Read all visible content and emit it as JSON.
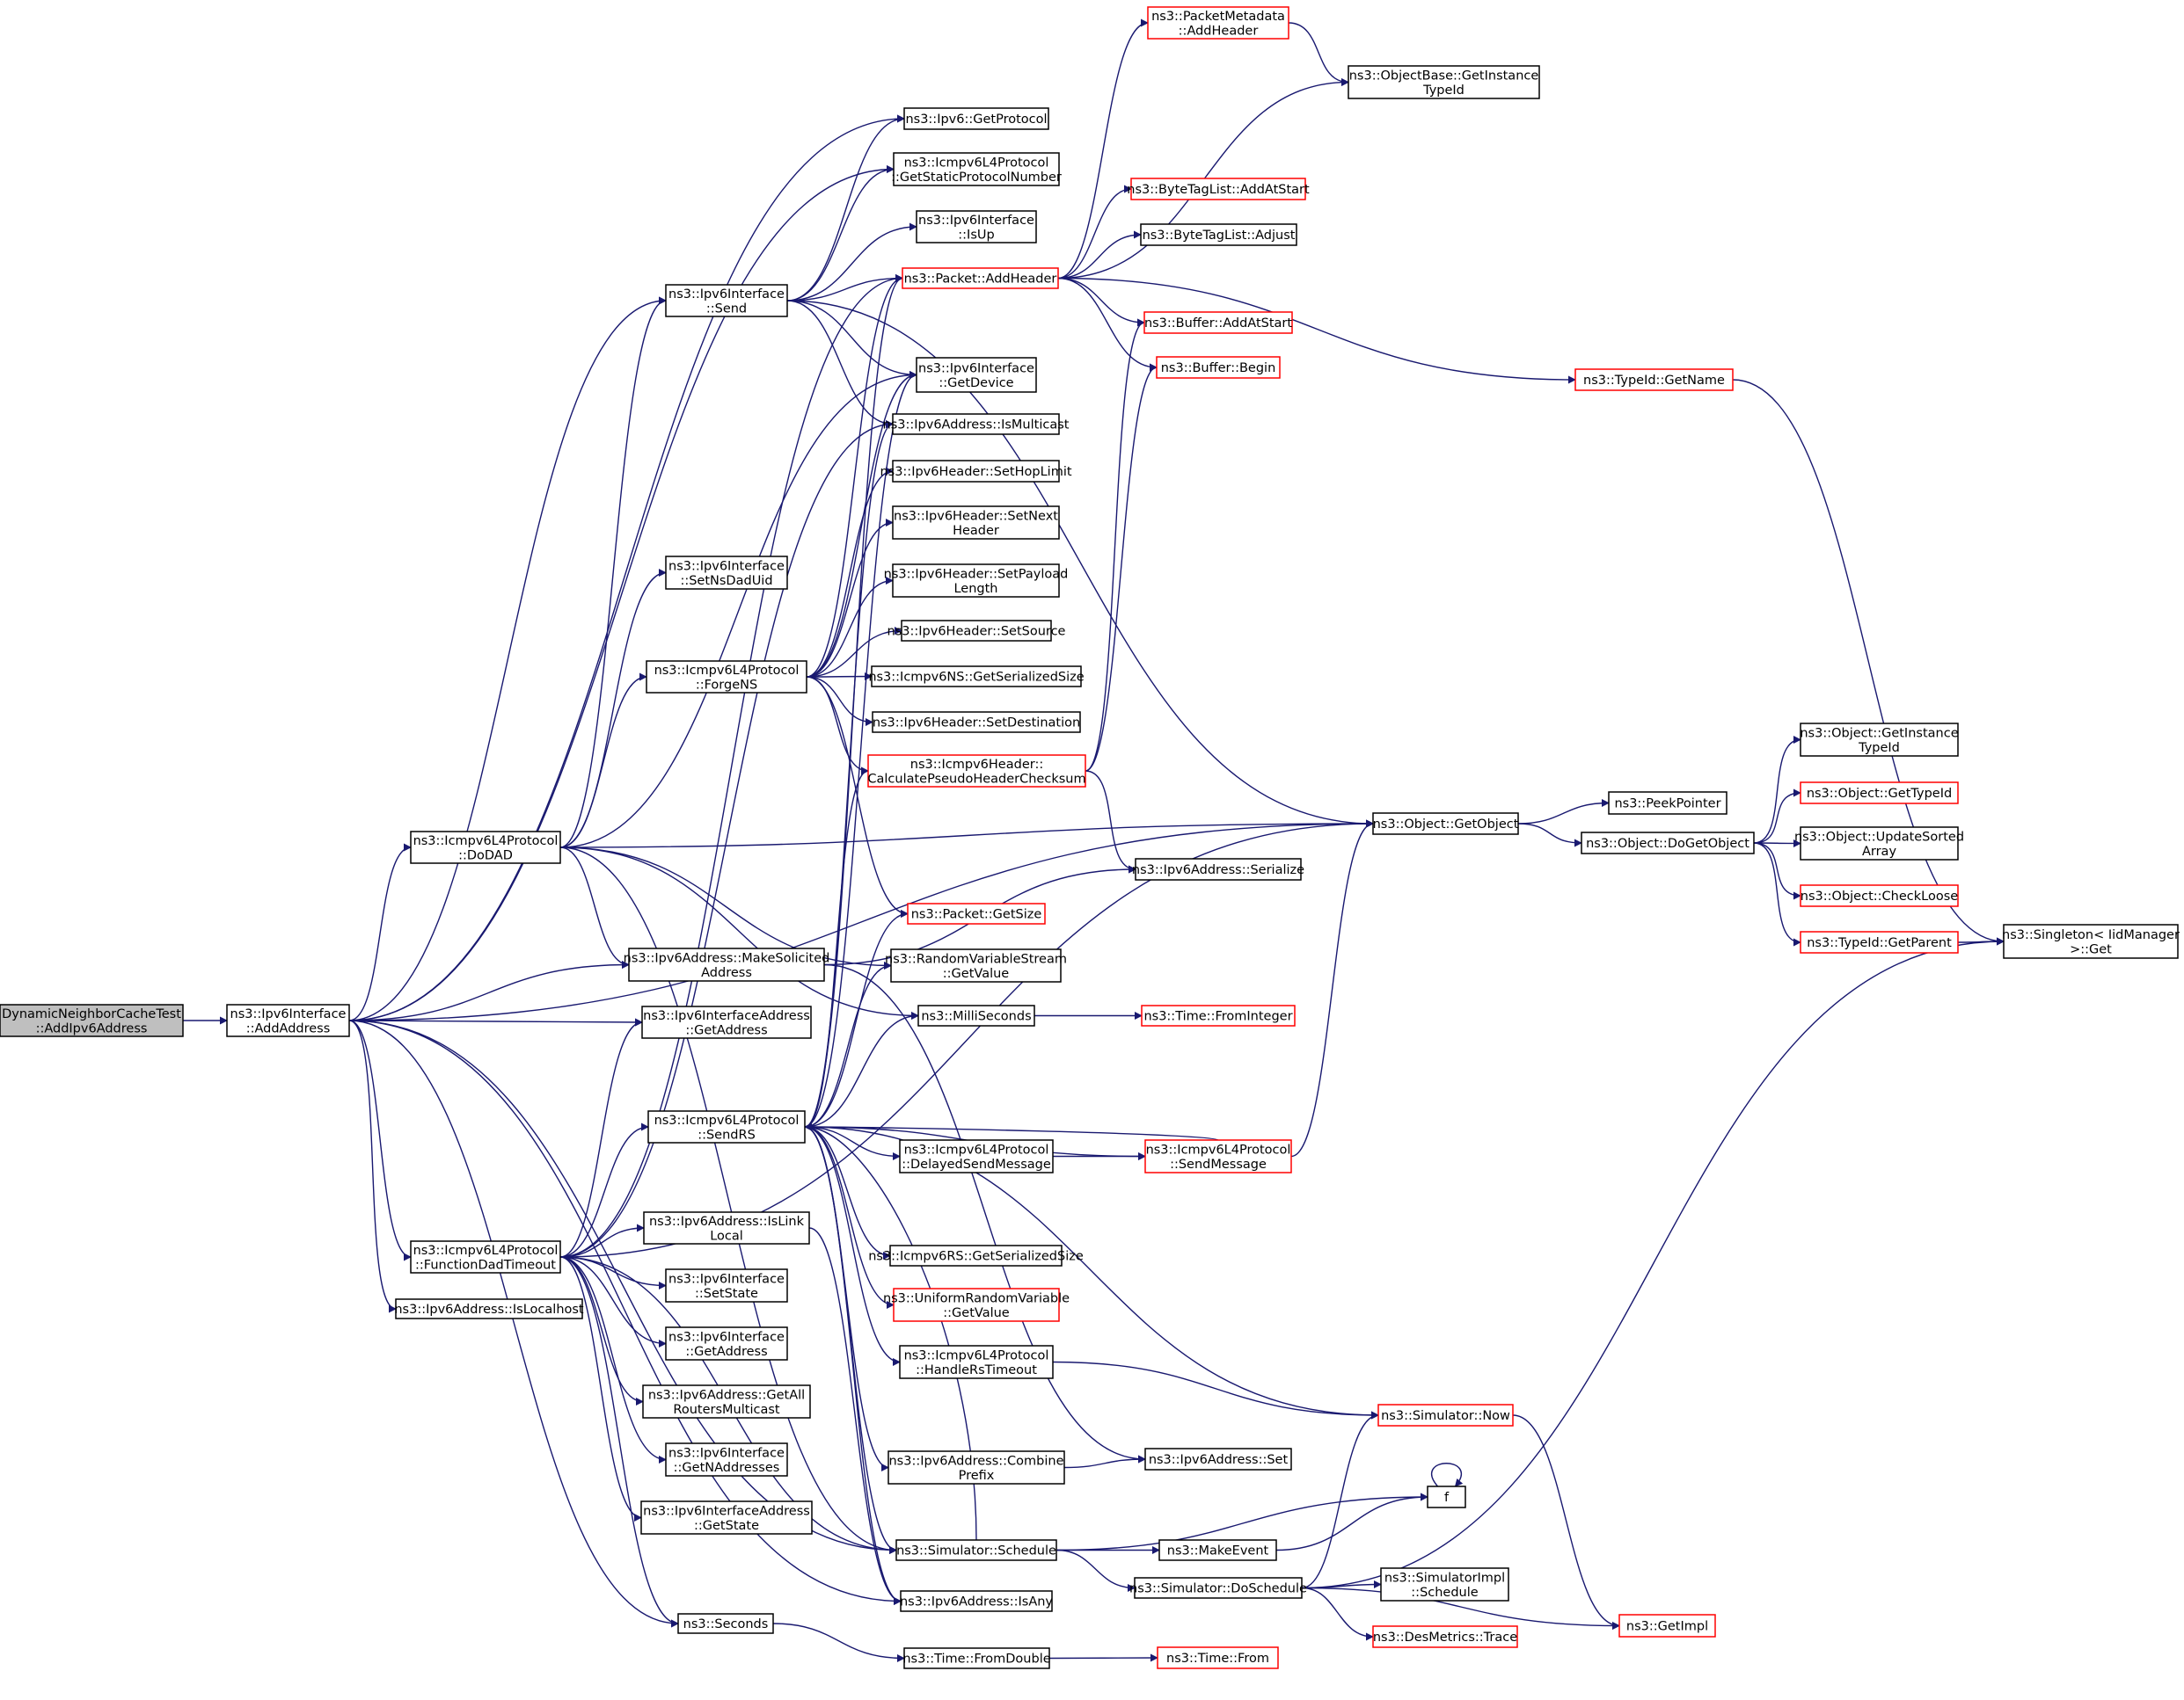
{
  "graph": {
    "nodes": [
      {
        "id": "root",
        "lines": [
          "DynamicNeighborCacheTest",
          "::AddIpv6Address"
        ],
        "style": "root"
      },
      {
        "id": "addaddr",
        "lines": [
          "ns3::Ipv6Interface",
          "::AddAddress"
        ],
        "style": "normal"
      },
      {
        "id": "dodad",
        "lines": [
          "ns3::Icmpv6L4Protocol",
          "::DoDAD"
        ],
        "style": "normal"
      },
      {
        "id": "fdt",
        "lines": [
          "ns3::Icmpv6L4Protocol",
          "::FunctionDadTimeout"
        ],
        "style": "normal"
      },
      {
        "id": "islocal",
        "lines": [
          "ns3::Ipv6Address::IsLocalhost"
        ],
        "style": "normal"
      },
      {
        "id": "send",
        "lines": [
          "ns3::Ipv6Interface",
          "::Send"
        ],
        "style": "normal"
      },
      {
        "id": "setnsdad",
        "lines": [
          "ns3::Ipv6Interface",
          "::SetNsDadUid"
        ],
        "style": "normal"
      },
      {
        "id": "forgens",
        "lines": [
          "ns3::Icmpv6L4Protocol",
          "::ForgeNS"
        ],
        "style": "normal"
      },
      {
        "id": "makesol",
        "lines": [
          "ns3::Ipv6Address::MakeSolicited",
          "Address"
        ],
        "style": "normal"
      },
      {
        "id": "ifaddrget",
        "lines": [
          "ns3::Ipv6InterfaceAddress",
          "::GetAddress"
        ],
        "style": "normal"
      },
      {
        "id": "sendrs",
        "lines": [
          "ns3::Icmpv6L4Protocol",
          "::SendRS"
        ],
        "style": "normal"
      },
      {
        "id": "islink",
        "lines": [
          "ns3::Ipv6Address::IsLink",
          "Local"
        ],
        "style": "normal"
      },
      {
        "id": "setstate",
        "lines": [
          "ns3::Ipv6Interface",
          "::SetState"
        ],
        "style": "normal"
      },
      {
        "id": "ifgetaddr",
        "lines": [
          "ns3::Ipv6Interface",
          "::GetAddress"
        ],
        "style": "normal"
      },
      {
        "id": "allrouters",
        "lines": [
          "ns3::Ipv6Address::GetAll",
          "RoutersMulticast"
        ],
        "style": "normal"
      },
      {
        "id": "getn",
        "lines": [
          "ns3::Ipv6Interface",
          "::GetNAddresses"
        ],
        "style": "normal"
      },
      {
        "id": "ifaddrstate",
        "lines": [
          "ns3::Ipv6InterfaceAddress",
          "::GetState"
        ],
        "style": "normal"
      },
      {
        "id": "seconds",
        "lines": [
          "ns3::Seconds"
        ],
        "style": "normal"
      },
      {
        "id": "ipv6getproto",
        "lines": [
          "ns3::Ipv6::GetProtocol"
        ],
        "style": "normal"
      },
      {
        "id": "staticproto",
        "lines": [
          "ns3::Icmpv6L4Protocol",
          "::GetStaticProtocolNumber"
        ],
        "style": "normal"
      },
      {
        "id": "isup",
        "lines": [
          "ns3::Ipv6Interface",
          "::IsUp"
        ],
        "style": "normal"
      },
      {
        "id": "addheader",
        "lines": [
          "ns3::Packet::AddHeader"
        ],
        "style": "red"
      },
      {
        "id": "getdevice",
        "lines": [
          "ns3::Ipv6Interface",
          "::GetDevice"
        ],
        "style": "normal"
      },
      {
        "id": "ismulticast",
        "lines": [
          "ns3::Ipv6Address::IsMulticast"
        ],
        "style": "normal"
      },
      {
        "id": "sethop",
        "lines": [
          "ns3::Ipv6Header::SetHopLimit"
        ],
        "style": "normal"
      },
      {
        "id": "setnext",
        "lines": [
          "ns3::Ipv6Header::SetNext",
          "Header"
        ],
        "style": "normal"
      },
      {
        "id": "setpayload",
        "lines": [
          "ns3::Ipv6Header::SetPayload",
          "Length"
        ],
        "style": "normal"
      },
      {
        "id": "setsource",
        "lines": [
          "ns3::Ipv6Header::SetSource"
        ],
        "style": "normal"
      },
      {
        "id": "nsgetsize",
        "lines": [
          "ns3::Icmpv6NS::GetSerializedSize"
        ],
        "style": "normal"
      },
      {
        "id": "setdest",
        "lines": [
          "ns3::Ipv6Header::SetDestination"
        ],
        "style": "normal"
      },
      {
        "id": "calcpseudo",
        "lines": [
          "ns3::Icmpv6Header::",
          "CalculatePseudoHeaderChecksum"
        ],
        "style": "red"
      },
      {
        "id": "getsize",
        "lines": [
          "ns3::Packet::GetSize"
        ],
        "style": "red"
      },
      {
        "id": "rvsget",
        "lines": [
          "ns3::RandomVariableStream",
          "::GetValue"
        ],
        "style": "normal"
      },
      {
        "id": "millis",
        "lines": [
          "ns3::MilliSeconds"
        ],
        "style": "normal"
      },
      {
        "id": "delayed",
        "lines": [
          "ns3::Icmpv6L4Protocol",
          "::DelayedSendMessage"
        ],
        "style": "normal"
      },
      {
        "id": "rsgetsize",
        "lines": [
          "ns3::Icmpv6RS::GetSerializedSize"
        ],
        "style": "normal"
      },
      {
        "id": "urvget",
        "lines": [
          "ns3::UniformRandomVariable",
          "::GetValue"
        ],
        "style": "red"
      },
      {
        "id": "handlers",
        "lines": [
          "ns3::Icmpv6L4Protocol",
          "::HandleRsTimeout"
        ],
        "style": "normal"
      },
      {
        "id": "combine",
        "lines": [
          "ns3::Ipv6Address::Combine",
          "Prefix"
        ],
        "style": "normal"
      },
      {
        "id": "schedule",
        "lines": [
          "ns3::Simulator::Schedule"
        ],
        "style": "normal"
      },
      {
        "id": "isany",
        "lines": [
          "ns3::Ipv6Address::IsAny"
        ],
        "style": "normal"
      },
      {
        "id": "fromdouble",
        "lines": [
          "ns3::Time::FromDouble"
        ],
        "style": "normal"
      },
      {
        "id": "pmaddheader",
        "lines": [
          "ns3::PacketMetadata",
          "::AddHeader"
        ],
        "style": "red"
      },
      {
        "id": "objbaseget",
        "lines": [
          "ns3::ObjectBase::GetInstance",
          "TypeId"
        ],
        "style": "normal"
      },
      {
        "id": "btladdstart",
        "lines": [
          "ns3::ByteTagList::AddAtStart"
        ],
        "style": "red"
      },
      {
        "id": "btladjust",
        "lines": [
          "ns3::ByteTagList::Adjust"
        ],
        "style": "normal"
      },
      {
        "id": "bufaddstart",
        "lines": [
          "ns3::Buffer::AddAtStart"
        ],
        "style": "red"
      },
      {
        "id": "bufbegin",
        "lines": [
          "ns3::Buffer::Begin"
        ],
        "style": "red"
      },
      {
        "id": "getname",
        "lines": [
          "ns3::TypeId::GetName"
        ],
        "style": "red"
      },
      {
        "id": "getobject",
        "lines": [
          "ns3::Object::GetObject"
        ],
        "style": "normal"
      },
      {
        "id": "serialize",
        "lines": [
          "ns3::Ipv6Address::Serialize"
        ],
        "style": "normal"
      },
      {
        "id": "fromint",
        "lines": [
          "ns3::Time::FromInteger"
        ],
        "style": "red"
      },
      {
        "id": "sendmsg",
        "lines": [
          "ns3::Icmpv6L4Protocol",
          "::SendMessage"
        ],
        "style": "red"
      },
      {
        "id": "now",
        "lines": [
          "ns3::Simulator::Now"
        ],
        "style": "red"
      },
      {
        "id": "ipset",
        "lines": [
          "ns3::Ipv6Address::Set"
        ],
        "style": "normal"
      },
      {
        "id": "makeevent",
        "lines": [
          "ns3::MakeEvent"
        ],
        "style": "normal"
      },
      {
        "id": "f",
        "lines": [
          "f"
        ],
        "style": "normal"
      },
      {
        "id": "doschedule",
        "lines": [
          "ns3::Simulator::DoSchedule"
        ],
        "style": "normal"
      },
      {
        "id": "timefrom",
        "lines": [
          "ns3::Time::From"
        ],
        "style": "red"
      },
      {
        "id": "peek",
        "lines": [
          "ns3::PeekPointer"
        ],
        "style": "normal"
      },
      {
        "id": "dogetobject",
        "lines": [
          "ns3::Object::DoGetObject"
        ],
        "style": "normal"
      },
      {
        "id": "implschedule",
        "lines": [
          "ns3::SimulatorImpl",
          "::Schedule"
        ],
        "style": "normal"
      },
      {
        "id": "desmetrics",
        "lines": [
          "ns3::DesMetrics::Trace"
        ],
        "style": "red"
      },
      {
        "id": "getimpl",
        "lines": [
          "ns3::GetImpl"
        ],
        "style": "red"
      },
      {
        "id": "objgetinst",
        "lines": [
          "ns3::Object::GetInstance",
          "TypeId"
        ],
        "style": "normal"
      },
      {
        "id": "objgettypeid",
        "lines": [
          "ns3::Object::GetTypeId"
        ],
        "style": "red"
      },
      {
        "id": "updatesorted",
        "lines": [
          "ns3::Object::UpdateSorted",
          "Array"
        ],
        "style": "normal"
      },
      {
        "id": "checkloose",
        "lines": [
          "ns3::Object::CheckLoose"
        ],
        "style": "red"
      },
      {
        "id": "getparent",
        "lines": [
          "ns3::TypeId::GetParent"
        ],
        "style": "red"
      },
      {
        "id": "singleton",
        "lines": [
          "ns3::Singleton< IidManager",
          ">::Get"
        ],
        "style": "normal"
      }
    ],
    "edges": [
      [
        "root",
        "addaddr"
      ],
      [
        "addaddr",
        "dodad"
      ],
      [
        "addaddr",
        "fdt"
      ],
      [
        "addaddr",
        "islocal"
      ],
      [
        "addaddr",
        "makesol"
      ],
      [
        "addaddr",
        "ifaddrget"
      ],
      [
        "addaddr",
        "seconds"
      ],
      [
        "addaddr",
        "isany"
      ],
      [
        "addaddr",
        "schedule"
      ],
      [
        "addaddr",
        "send"
      ],
      [
        "addaddr",
        "ipv6getproto"
      ],
      [
        "addaddr",
        "staticproto"
      ],
      [
        "addaddr",
        "getobject"
      ],
      [
        "dodad",
        "send"
      ],
      [
        "dodad",
        "setnsdad"
      ],
      [
        "dodad",
        "forgens"
      ],
      [
        "dodad",
        "makesol"
      ],
      [
        "dodad",
        "getobject"
      ],
      [
        "dodad",
        "getdevice"
      ],
      [
        "dodad",
        "rvsget"
      ],
      [
        "dodad",
        "millis"
      ],
      [
        "dodad",
        "schedule"
      ],
      [
        "fdt",
        "sendrs"
      ],
      [
        "fdt",
        "islink"
      ],
      [
        "fdt",
        "setstate"
      ],
      [
        "fdt",
        "ifgetaddr"
      ],
      [
        "fdt",
        "allrouters"
      ],
      [
        "fdt",
        "getn"
      ],
      [
        "fdt",
        "ifaddrstate"
      ],
      [
        "fdt",
        "seconds"
      ],
      [
        "fdt",
        "schedule"
      ],
      [
        "fdt",
        "ifaddrget"
      ],
      [
        "fdt",
        "getobject"
      ],
      [
        "fdt",
        "addheader"
      ],
      [
        "fdt",
        "ismulticast"
      ],
      [
        "send",
        "ipv6getproto"
      ],
      [
        "send",
        "staticproto"
      ],
      [
        "send",
        "isup"
      ],
      [
        "send",
        "addheader"
      ],
      [
        "send",
        "getdevice"
      ],
      [
        "send",
        "ismulticast"
      ],
      [
        "send",
        "getobject"
      ],
      [
        "forgens",
        "sethop"
      ],
      [
        "forgens",
        "setnext"
      ],
      [
        "forgens",
        "setpayload"
      ],
      [
        "forgens",
        "setsource"
      ],
      [
        "forgens",
        "nsgetsize"
      ],
      [
        "forgens",
        "setdest"
      ],
      [
        "forgens",
        "calcpseudo"
      ],
      [
        "forgens",
        "getsize"
      ],
      [
        "forgens",
        "addheader"
      ],
      [
        "forgens",
        "getdevice"
      ],
      [
        "makesol",
        "serialize"
      ],
      [
        "makesol",
        "ipset"
      ],
      [
        "sendrs",
        "addheader"
      ],
      [
        "sendrs",
        "calcpseudo"
      ],
      [
        "sendrs",
        "getsize"
      ],
      [
        "sendrs",
        "rvsget"
      ],
      [
        "sendrs",
        "millis"
      ],
      [
        "sendrs",
        "delayed"
      ],
      [
        "sendrs",
        "sendmsg"
      ],
      [
        "sendrs",
        "rsgetsize"
      ],
      [
        "sendrs",
        "urvget"
      ],
      [
        "sendrs",
        "handlers"
      ],
      [
        "sendrs",
        "now"
      ],
      [
        "sendrs",
        "combine"
      ],
      [
        "sendrs",
        "schedule"
      ],
      [
        "sendrs",
        "isany"
      ],
      [
        "sendrs",
        "ismulticast"
      ],
      [
        "sendrs",
        "getdevice"
      ],
      [
        "islink",
        "isany"
      ],
      [
        "seconds",
        "fromdouble"
      ],
      [
        "addheader",
        "pmaddheader"
      ],
      [
        "addheader",
        "objbaseget"
      ],
      [
        "addheader",
        "btladdstart"
      ],
      [
        "addheader",
        "btladjust"
      ],
      [
        "addheader",
        "bufaddstart"
      ],
      [
        "addheader",
        "bufbegin"
      ],
      [
        "addheader",
        "getname"
      ],
      [
        "pmaddheader",
        "objbaseget"
      ],
      [
        "calcpseudo",
        "bufaddstart"
      ],
      [
        "calcpseudo",
        "bufbegin"
      ],
      [
        "calcpseudo",
        "serialize"
      ],
      [
        "getname",
        "singleton"
      ],
      [
        "getobject",
        "peek"
      ],
      [
        "getobject",
        "dogetobject"
      ],
      [
        "dogetobject",
        "objgetinst"
      ],
      [
        "dogetobject",
        "objgettypeid"
      ],
      [
        "dogetobject",
        "updatesorted"
      ],
      [
        "dogetobject",
        "checkloose"
      ],
      [
        "dogetobject",
        "getparent"
      ],
      [
        "getparent",
        "singleton"
      ],
      [
        "millis",
        "fromint"
      ],
      [
        "delayed",
        "sendmsg"
      ],
      [
        "sendmsg",
        "sendrs"
      ],
      [
        "sendmsg",
        "getobject"
      ],
      [
        "handlers",
        "now"
      ],
      [
        "combine",
        "ipset"
      ],
      [
        "schedule",
        "makeevent"
      ],
      [
        "schedule",
        "f"
      ],
      [
        "schedule",
        "doschedule"
      ],
      [
        "schedule",
        "sendrs"
      ],
      [
        "makeevent",
        "f"
      ],
      [
        "f",
        "f"
      ],
      [
        "doschedule",
        "now"
      ],
      [
        "doschedule",
        "implschedule"
      ],
      [
        "doschedule",
        "desmetrics"
      ],
      [
        "doschedule",
        "getimpl"
      ],
      [
        "doschedule",
        "singleton"
      ],
      [
        "now",
        "getimpl"
      ],
      [
        "fromdouble",
        "timefrom"
      ]
    ]
  }
}
